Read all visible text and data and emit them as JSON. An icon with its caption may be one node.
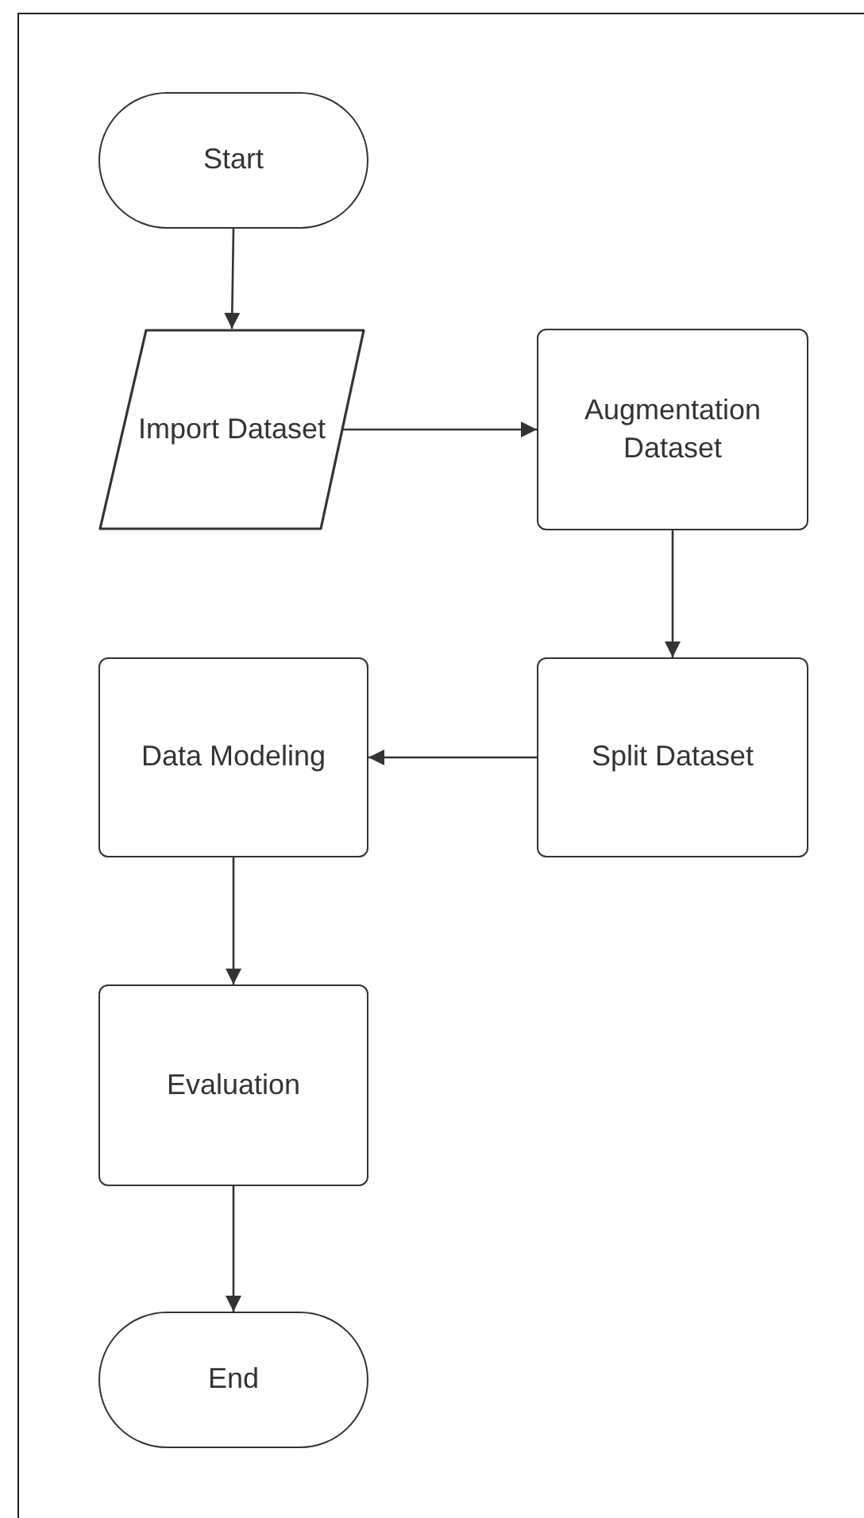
{
  "diagram": {
    "nodes": [
      {
        "text": [
          "Start"
        ]
      },
      {
        "text": [
          "Import Dataset"
        ]
      },
      {
        "text": [
          "Augmentation Dataset"
        ]
      },
      {
        "text": [
          "Split Dataset"
        ]
      },
      {
        "text": [
          "Data Modeling"
        ]
      },
      {
        "text": [
          "Evaluation"
        ]
      },
      {
        "text": [
          "End"
        ]
      }
    ],
    "edges": [
      {
        "from": 0,
        "to": 1,
        "arrow": "to"
      },
      {
        "from": 1,
        "to": 2,
        "arrow": "to"
      },
      {
        "from": 2,
        "to": 3,
        "arrow": "to"
      },
      {
        "from": 3,
        "to": 4,
        "arrow": "to"
      },
      {
        "from": 4,
        "to": 5,
        "arrow": "to"
      },
      {
        "from": 5,
        "to": 6,
        "arrow": "to"
      }
    ]
  }
}
